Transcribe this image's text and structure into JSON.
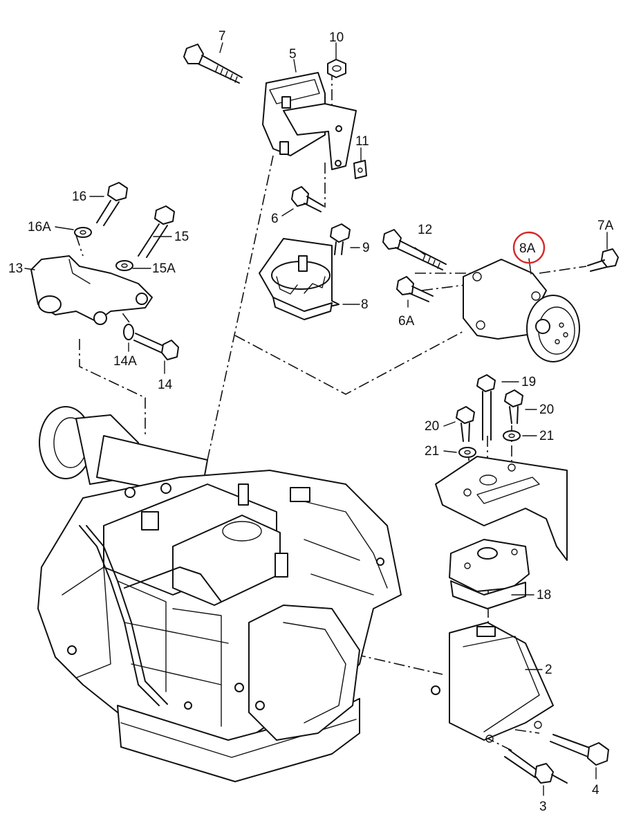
{
  "labels": {
    "p2": "2",
    "p3": "3",
    "p4": "4",
    "p5": "5",
    "p6": "6",
    "p6a": "6A",
    "p7": "7",
    "p7a": "7A",
    "p8": "8",
    "p8a": "8A",
    "p9": "9",
    "p10": "10",
    "p11": "11",
    "p12": "12",
    "p13": "13",
    "p14": "14",
    "p14a": "14A",
    "p15": "15",
    "p15a": "15A",
    "p16": "16",
    "p16a": "16A",
    "p18": "18",
    "p19": "19",
    "p20a": "20",
    "p20b": "20",
    "p21a": "21",
    "p21b": "21"
  },
  "highlight": {
    "label": "8A",
    "color": "#d62828"
  }
}
